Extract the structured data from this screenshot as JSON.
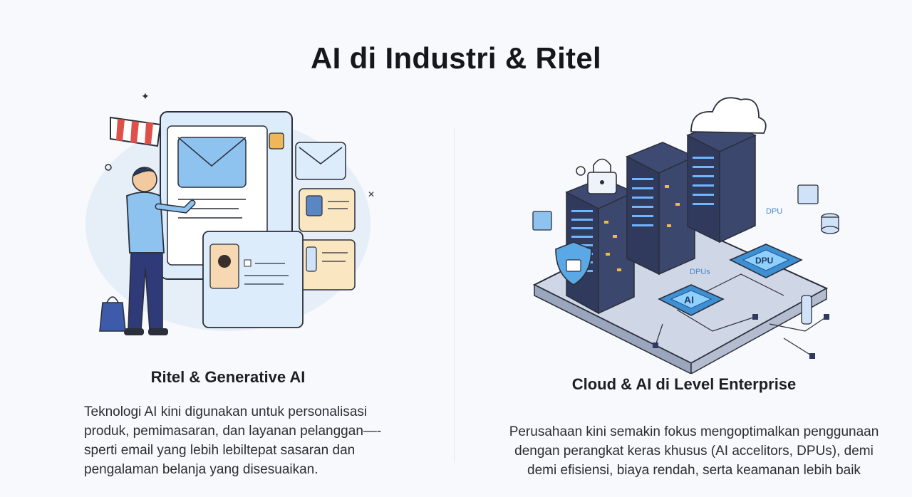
{
  "page": {
    "title": "AI di Industri & Ritel"
  },
  "left_panel": {
    "subtitle": "Ritel & Generative AI",
    "description": "Teknologi AI kini digunakan untuk personalisasi produk, pemimasaran, dan layanan pelanggan—-sperti email yang lebih lebiltepat sasaran dan pengalaman belanja yang disesuaikan.",
    "illustration_icon": "retail-person-screens-icon"
  },
  "right_panel": {
    "subtitle": "Cloud & AI di Level Enterprise",
    "description": "Perusahaan kini semakin fokus mengoptimalkan penggunaan dengan perangkat keras khusus (AI accelitors, DPUs), demi demi efisiensi, biaya rendah, serta keamanan lebih baik",
    "illustration_icon": "server-datacenter-icon",
    "chip_labels": [
      "AI",
      "DPU",
      "DPUs",
      "DPU"
    ]
  },
  "colors": {
    "background": "#f7f9fc",
    "accent_blue": "#5aa9e6",
    "server_dark": "#2f3a5c",
    "screen_light": "#dcecfb"
  }
}
